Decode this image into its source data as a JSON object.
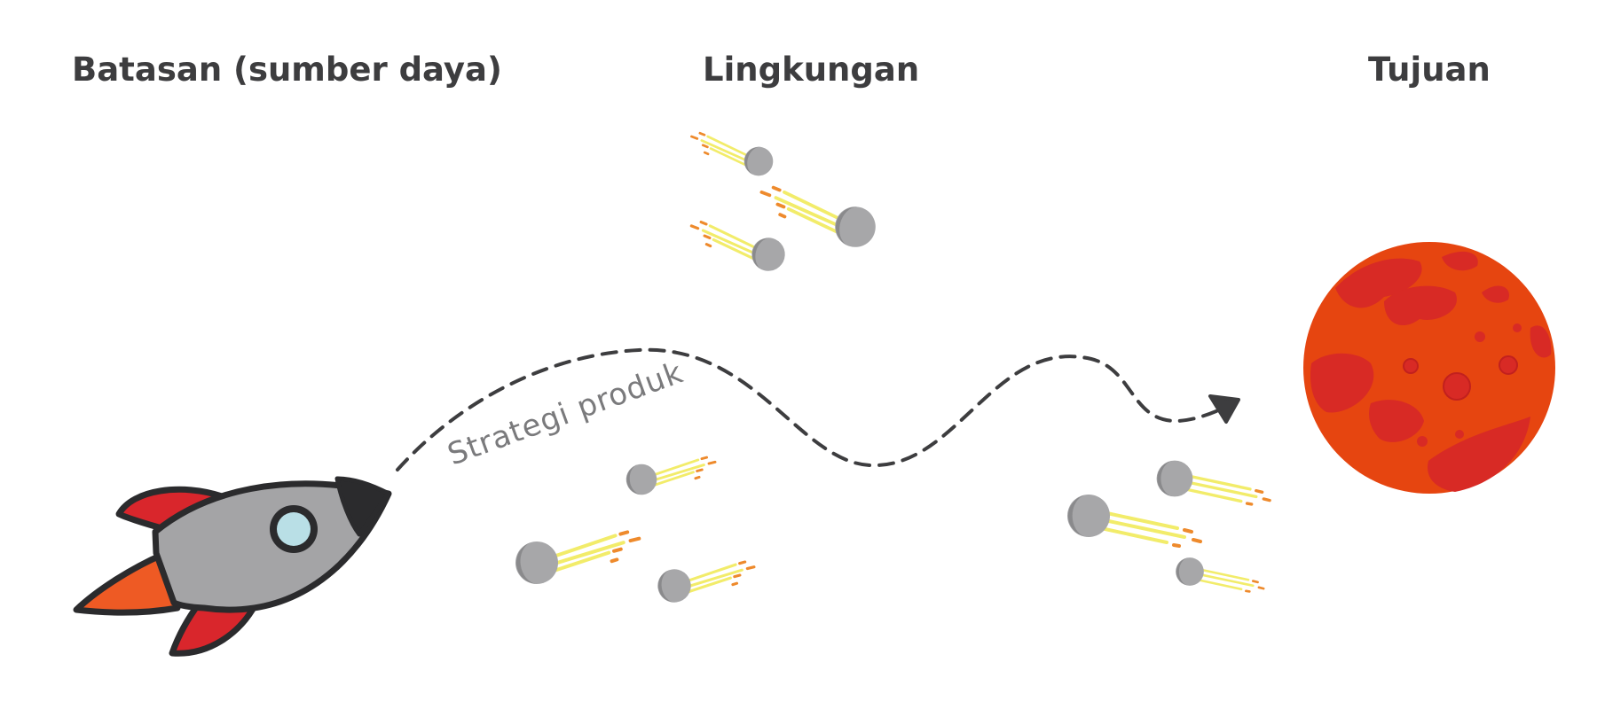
{
  "headings": {
    "constraints": "Batasan (sumber daya)",
    "environment": "Lingkungan",
    "goal": "Tujuan"
  },
  "path_label": "Strategi produk",
  "icons": {
    "start": "rocket",
    "obstacles": "asteroid",
    "destination": "planet-mars",
    "path_end": "arrow-head"
  },
  "colors": {
    "text": "#3d3d3f",
    "rocket_body": "#a4a4a6",
    "rocket_outline": "#2b2b2d",
    "rocket_window": "#b9dfe6",
    "rocket_fin": "#d9262c",
    "flame": "#ee5a24",
    "asteroid": "#a7a7a9",
    "trail_yellow": "#f2ec6a",
    "trail_orange": "#ee8a2c",
    "planet": "#e64510",
    "planet_spots": "#d82a25",
    "path": "#3d3d3f"
  }
}
